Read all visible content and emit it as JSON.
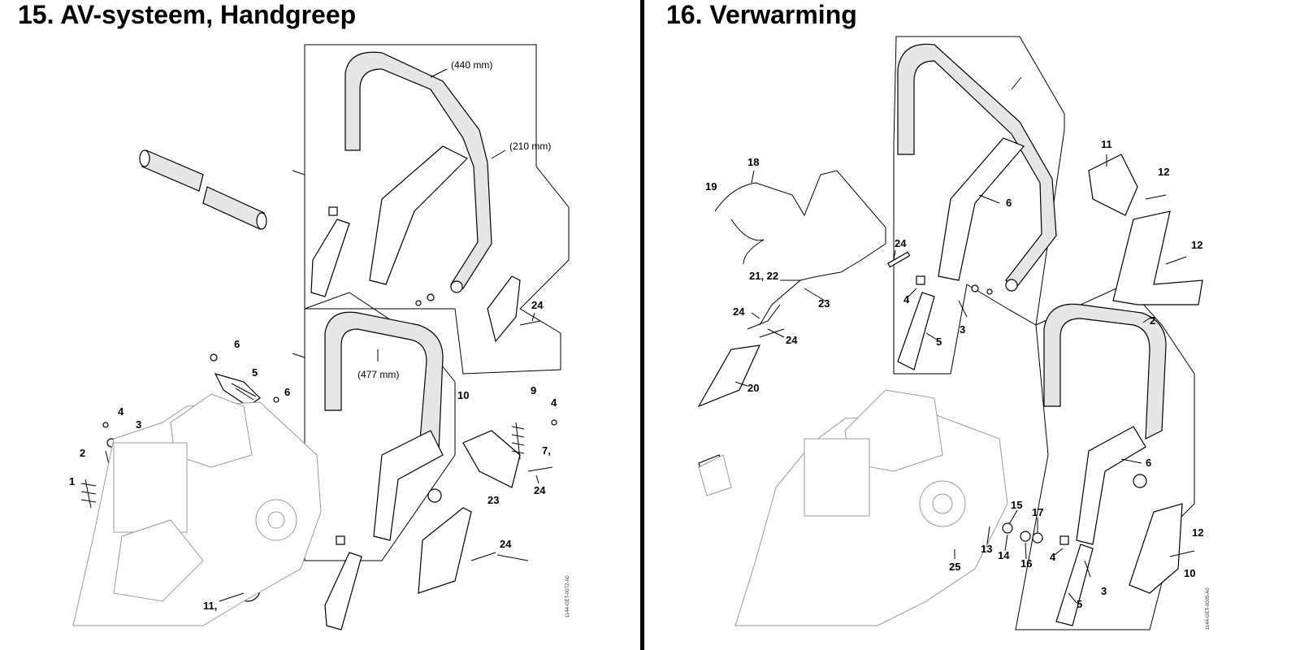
{
  "left_panel": {
    "title": "15. AV-systeem, Handgreep",
    "dimensions": {
      "d440": "(440 mm)",
      "d210": "(210 mm)",
      "d477": "(477 mm)"
    },
    "labels": {
      "l1": "1",
      "l2": "2",
      "l3": "3",
      "l4a": "4",
      "l4b": "4",
      "l5": "5",
      "l6a": "6",
      "l6b": "6",
      "l7": "7,",
      "l9": "9",
      "l10": "10",
      "l11": "11,",
      "l23": "23",
      "l24a": "24",
      "l24b": "24",
      "l24c": "24"
    },
    "code": "1144-GET-0072-A0"
  },
  "right_panel": {
    "title": "16. Verwarming",
    "labels": {
      "r2": "2",
      "r3a": "3",
      "r3b": "3",
      "r4a": "4",
      "r4b": "4",
      "r5a": "5",
      "r5b": "5",
      "r6a": "6",
      "r6b": "6",
      "r10": "10",
      "r11": "11",
      "r12a": "12",
      "r12b": "12",
      "r12c": "12",
      "r13": "13",
      "r14": "14",
      "r15": "15",
      "r16": "16",
      "r17": "17",
      "r18": "18",
      "r19": "19",
      "r20": "20",
      "r2122": "21, 22",
      "r23": "23",
      "r24a": "24",
      "r24b": "24",
      "r24c": "24",
      "r25": "25"
    },
    "code": "1144-GET-0005-A0"
  }
}
